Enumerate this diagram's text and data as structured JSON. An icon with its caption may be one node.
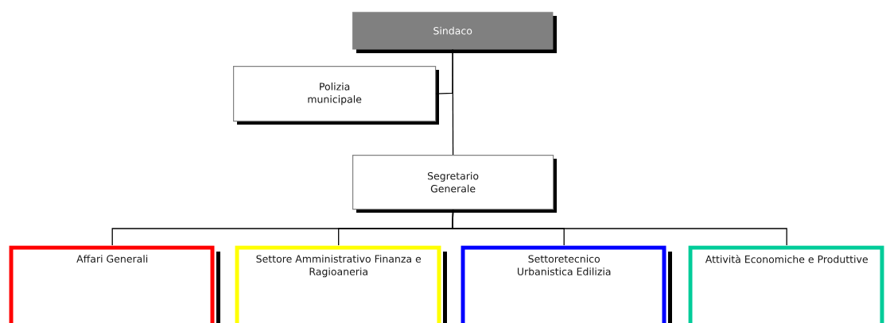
{
  "diagram": {
    "nodes": [
      {
        "text": [
          "Sindaco"
        ]
      },
      {
        "text": [
          "Polizia municipale"
        ]
      },
      {
        "text": [
          "Segretario Generale"
        ]
      },
      {
        "text": [
          "Affari Generali"
        ]
      },
      {
        "text": [
          "Settore Amministrativo Finanza e Ragioaneria"
        ]
      },
      {
        "text": [
          "Settoretecnico Urbanistica Edilizia"
        ]
      },
      {
        "text": [
          "Attività Economiche e Produttive"
        ]
      }
    ],
    "edges": [
      {
        "from": 0,
        "to": 1,
        "arrow": "none"
      },
      {
        "from": 0,
        "to": 2,
        "arrow": "none"
      },
      {
        "from": 2,
        "to": 3,
        "arrow": "none"
      },
      {
        "from": 2,
        "to": 4,
        "arrow": "none"
      },
      {
        "from": 2,
        "to": 5,
        "arrow": "none"
      },
      {
        "from": 2,
        "to": 6,
        "arrow": "none"
      }
    ]
  }
}
